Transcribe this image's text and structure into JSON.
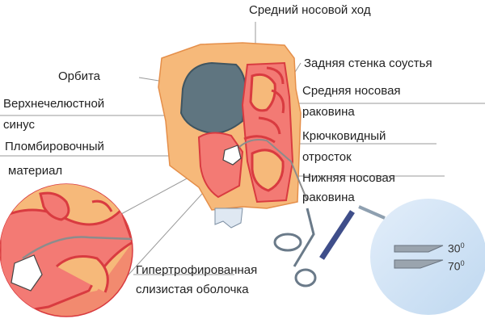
{
  "labels": {
    "middle_meatus": "Средний носовой  ход",
    "orbit": "Орбита",
    "posterior_wall": "Задняя стенка соустья",
    "maxillary_sinus_1": "Верхнечелюстной",
    "maxillary_sinus_2": "синус",
    "middle_turbinate_1": "Средняя носовая",
    "middle_turbinate_2": "раковина",
    "uncinate_1": "Крючковидный",
    "uncinate_2": "отросток",
    "filling_1": "Пломбировочный",
    "filling_2": "материал",
    "inferior_turbinate_1": "Нижняя носовая",
    "inferior_turbinate_2": "раковина",
    "mucosa_1": "Гипертрофированная",
    "mucosa_2": "слизистая оболочка"
  },
  "endoscope_angles": {
    "angle_1": "30",
    "angle_2": "70",
    "degree_sign": "0"
  },
  "colors": {
    "bone": "#f6b97a",
    "bone_dark": "#f3a562",
    "tissue": "#f37a74",
    "tissue_dark": "#d93b40",
    "orbit": "#5f7580",
    "zoom_circle": "#f28a6f",
    "lens_circle": "#cfe3f5",
    "leader_line": "#9a9a9a",
    "instrument": "#6a7a89"
  }
}
